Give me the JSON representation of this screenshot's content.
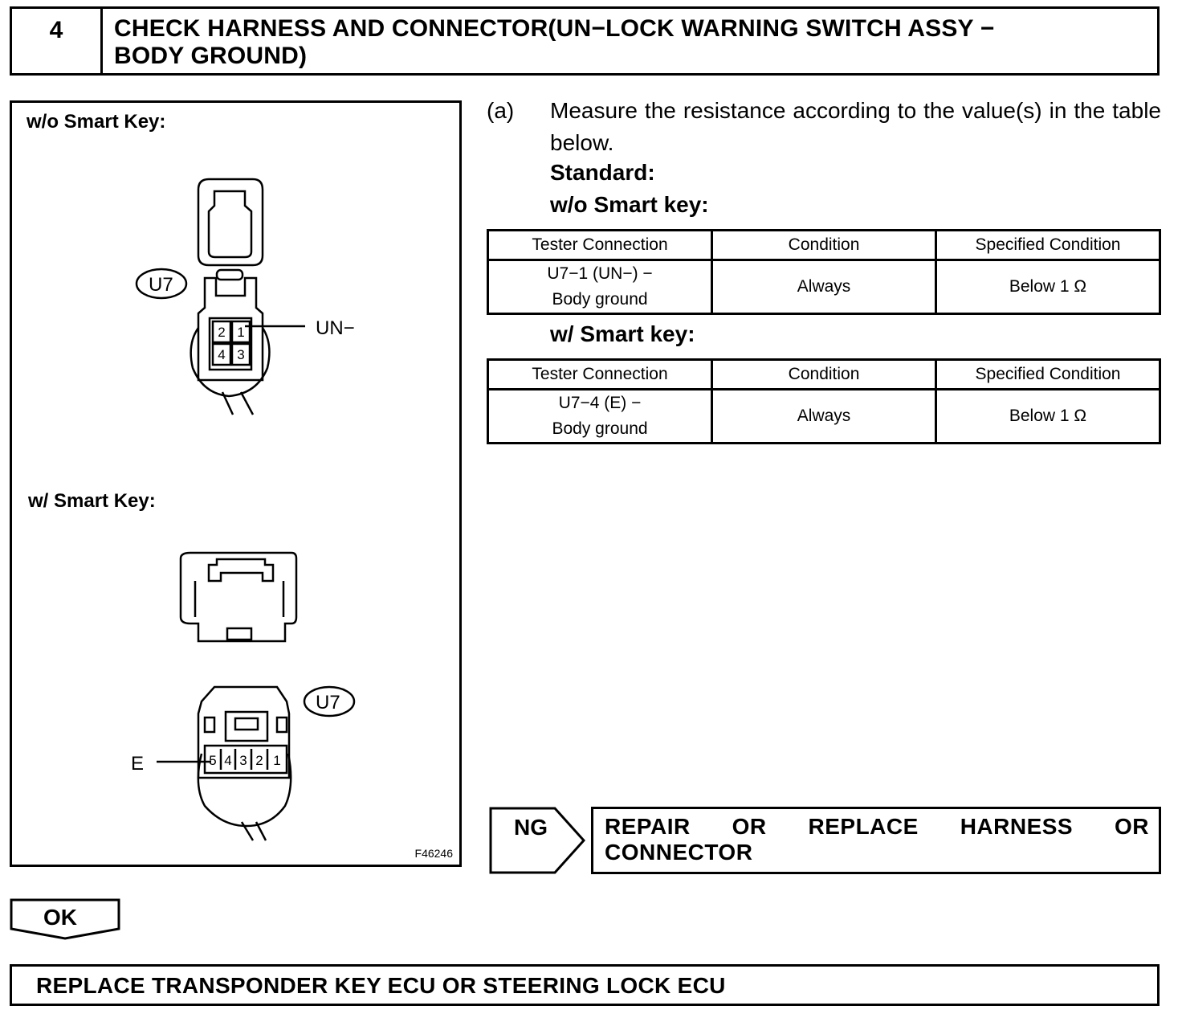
{
  "header": {
    "step_number": "4",
    "title_line1": "CHECK HARNESS AND CONNECTOR(UN−LOCK WARNING SWITCH ASSY −",
    "title_line2": "BODY GROUND)"
  },
  "figure": {
    "label_wo": "w/o Smart Key:",
    "label_w": "w/ Smart Key:",
    "connector_id": "U7",
    "pin_un": "UN−",
    "pin_e": "E",
    "pins_top": [
      "2",
      "1",
      "4",
      "3"
    ],
    "pins_bottom": [
      "5",
      "4",
      "3",
      "2",
      "1"
    ],
    "code": "F46246"
  },
  "instruction": {
    "marker": "(a)",
    "text": "Measure the resistance according to the value(s) in the table below.",
    "standard": "Standard:",
    "wo_label": "w/o Smart key:",
    "w_label": "w/ Smart key:"
  },
  "table_wo": {
    "headers": [
      "Tester Connection",
      "Condition",
      "Specified Condition"
    ],
    "row": {
      "conn_line1": "U7−1 (UN−) −",
      "conn_line2": "Body ground",
      "condition": "Always",
      "spec": "Below 1 Ω"
    }
  },
  "table_w": {
    "headers": [
      "Tester Connection",
      "Condition",
      "Specified Condition"
    ],
    "row": {
      "conn_line1": "U7−4 (E) −",
      "conn_line2": "Body ground",
      "condition": "Always",
      "spec": "Below 1 Ω"
    }
  },
  "ng": {
    "tag": "NG",
    "words_line1": [
      "REPAIR",
      "OR",
      "REPLACE",
      "HARNESS",
      "OR"
    ],
    "line2": "CONNECTOR"
  },
  "ok": {
    "tag": "OK",
    "result": "REPLACE TRANSPONDER KEY ECU OR STEERING LOCK ECU"
  }
}
